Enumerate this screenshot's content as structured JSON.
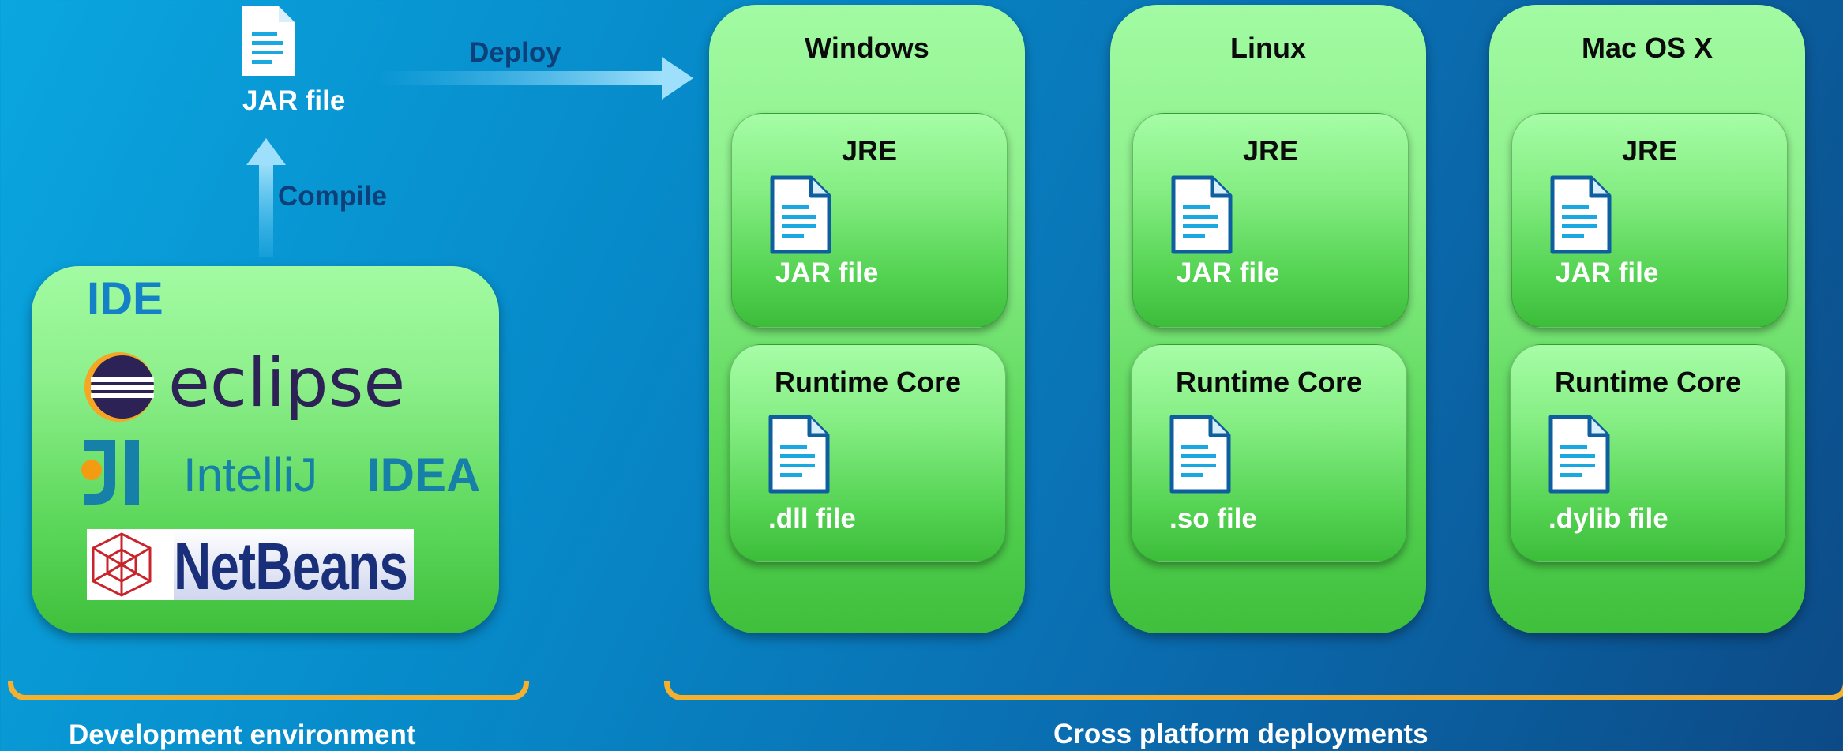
{
  "top": {
    "jar_label": "JAR file",
    "deploy_label": "Deploy",
    "compile_label": "Compile"
  },
  "ide": {
    "title": "IDE",
    "logos": [
      {
        "name": "eclipse",
        "text": "eclipse"
      },
      {
        "name": "intellij",
        "text_light": "IntelliJ",
        "text_bold": "IDEA"
      },
      {
        "name": "netbeans",
        "text": "NetBeans"
      }
    ]
  },
  "platforms": [
    {
      "name": "Windows",
      "jre_title": "JRE",
      "jar_label": "JAR file",
      "core_title": "Runtime Core",
      "lib_label": ".dll file"
    },
    {
      "name": "Linux",
      "jre_title": "JRE",
      "jar_label": "JAR file",
      "core_title": "Runtime Core",
      "lib_label": ".so file"
    },
    {
      "name": "Mac OS X",
      "jre_title": "JRE",
      "jar_label": "JAR file",
      "core_title": "Runtime Core",
      "lib_label": ".dylib file"
    }
  ],
  "footer": {
    "left": "Development environment",
    "right": "Cross platform deployments"
  },
  "colors": {
    "background_start": "#0aa6e0",
    "background_end": "#0c4a86",
    "box_green": "#8ef08c",
    "bracket": "#f5b12e",
    "doc_icon": "#1ba7e0",
    "navy_text": "#0d3f78"
  }
}
